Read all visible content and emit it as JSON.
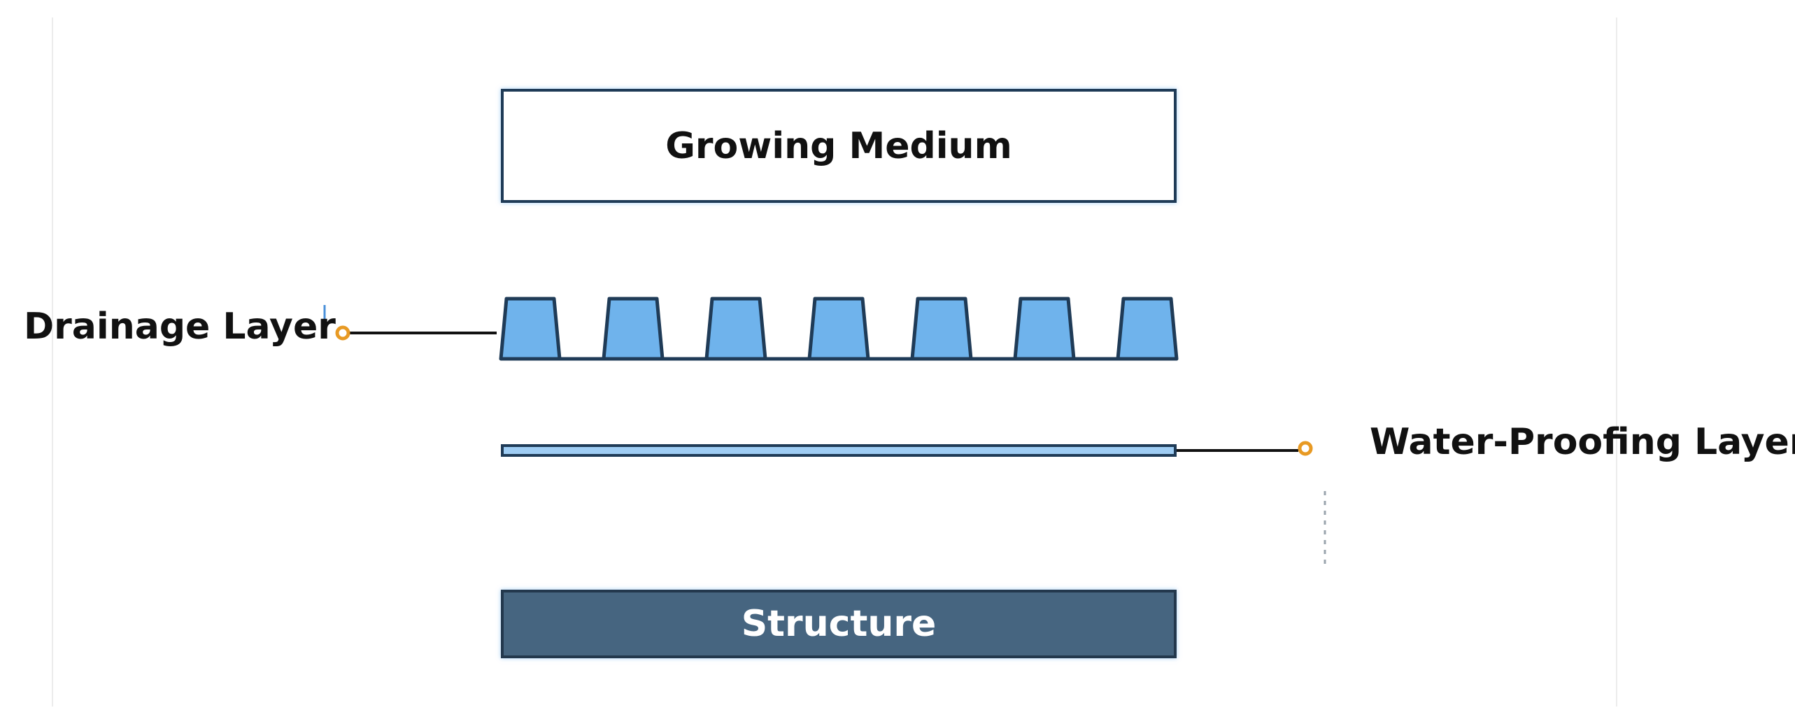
{
  "diagram": {
    "layers": {
      "growing_medium": "Growing Medium",
      "drainage": "Drainage Layer",
      "water_proofing": "Water-Proofing Layer",
      "structure": "Structure"
    },
    "drainage_cups": 7
  },
  "colors": {
    "outline": "#1f3b57",
    "drainage_fill": "#6fb3ec",
    "waterproofing_fill": "#9fcdf4",
    "structure_fill": "#466580",
    "marker": "#e89a24"
  }
}
